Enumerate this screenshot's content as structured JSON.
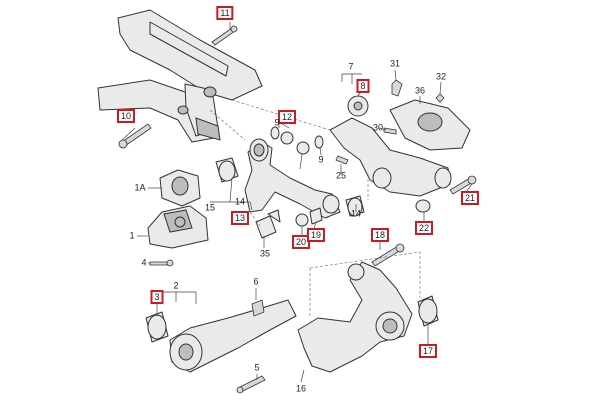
{
  "diagram": {
    "type": "exploded parts diagram",
    "accent_color": "#d2181f",
    "part_color": "#eaeaea",
    "edge_color": "#333333",
    "callouts": [
      {
        "id": "11",
        "text": "11",
        "highlighted": true
      },
      {
        "id": "10",
        "text": "10",
        "highlighted": true
      },
      {
        "id": "7",
        "text": "7",
        "highlighted": false
      },
      {
        "id": "8",
        "text": "8",
        "highlighted": true
      },
      {
        "id": "31",
        "text": "31",
        "highlighted": false
      },
      {
        "id": "32",
        "text": "32",
        "highlighted": false
      },
      {
        "id": "36",
        "text": "36",
        "highlighted": false
      },
      {
        "id": "30",
        "text": "30",
        "highlighted": false
      },
      {
        "id": "12",
        "text": "12",
        "highlighted": true
      },
      {
        "id": "9a",
        "text": "9",
        "highlighted": false
      },
      {
        "id": "9b",
        "text": "9",
        "highlighted": false
      },
      {
        "id": "25",
        "text": "25",
        "highlighted": false
      },
      {
        "id": "1A",
        "text": "1A",
        "highlighted": false
      },
      {
        "id": "15",
        "text": "15",
        "highlighted": false
      },
      {
        "id": "14",
        "text": "14",
        "highlighted": false
      },
      {
        "id": "13",
        "text": "13",
        "highlighted": true
      },
      {
        "id": "14b",
        "text": "14",
        "highlighted": false
      },
      {
        "id": "21",
        "text": "21",
        "highlighted": true
      },
      {
        "id": "22",
        "text": "22",
        "highlighted": true
      },
      {
        "id": "1",
        "text": "1",
        "highlighted": false
      },
      {
        "id": "20",
        "text": "20",
        "highlighted": true
      },
      {
        "id": "19",
        "text": "19",
        "highlighted": true
      },
      {
        "id": "35",
        "text": "35",
        "highlighted": false
      },
      {
        "id": "18",
        "text": "18",
        "highlighted": true
      },
      {
        "id": "4",
        "text": "4",
        "highlighted": false
      },
      {
        "id": "6",
        "text": "6",
        "highlighted": false
      },
      {
        "id": "2",
        "text": "2",
        "highlighted": false
      },
      {
        "id": "3",
        "text": "3",
        "highlighted": true
      },
      {
        "id": "17",
        "text": "17",
        "highlighted": true
      },
      {
        "id": "5",
        "text": "5",
        "highlighted": false
      },
      {
        "id": "16",
        "text": "16",
        "highlighted": false
      }
    ]
  }
}
